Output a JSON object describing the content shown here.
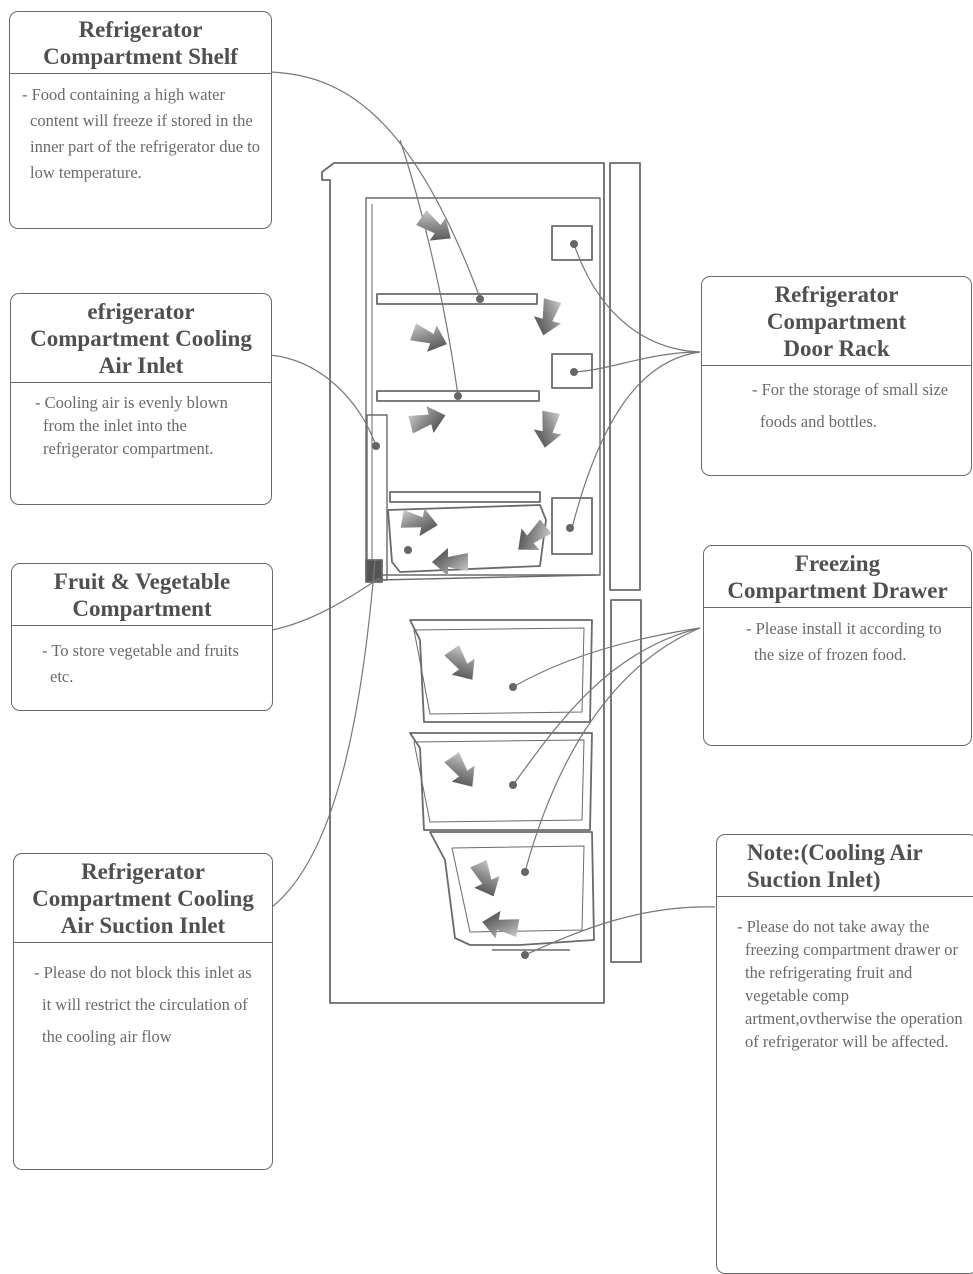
{
  "callouts": {
    "shelf": {
      "title_line1": "Refrigerator",
      "title_line2": "Compartment Shelf",
      "desc": "- Food containing a high water content will freeze if stored in the inner part of the refrigerator due to low temperature."
    },
    "cooling_inlet": {
      "title_line1": "efrigerator",
      "title_line2": "Compartment Cooling",
      "title_line3": "Air Inlet",
      "desc": "- Cooling air is evenly blown from the inlet into the refrigerator compartment."
    },
    "fruit_veg": {
      "title_line1": "Fruit & Vegetable",
      "title_line2": "Compartment",
      "desc": "- To store vegetable and fruits etc."
    },
    "suction_inlet": {
      "title_line1": "Refrigerator",
      "title_line2": "Compartment Cooling",
      "title_line3": "Air Suction Inlet",
      "desc": "- Please do not block this inlet as it will restrict the circulation of the cooling air flow"
    },
    "door_rack": {
      "title_line1": "Refrigerator",
      "title_line2": "Compartment",
      "title_line3": "Door Rack",
      "desc": "- For the storage of small size foods and bottles."
    },
    "freezer_drawer": {
      "title_line1": "Freezing",
      "title_line2": "Compartment Drawer",
      "desc": "- Please install it according to the size of frozen food."
    },
    "note": {
      "title_line1": "Note:(Cooling Air",
      "title_line2": "Suction Inlet)",
      "desc": "- Please do not take away the freezing compartment drawer or the refrigerating fruit and vegetable comp artment,ovtherwise the operation of refrigerator will be affected."
    }
  },
  "colors": {
    "line": "#6a6a6a",
    "arrow_fill": "#555555",
    "text": "#6a6a6a"
  }
}
